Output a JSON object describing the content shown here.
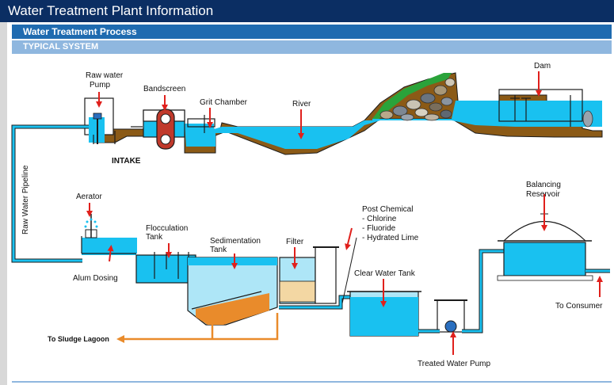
{
  "header": {
    "title": "Water Treatment Plant Information",
    "section": "Water Treatment Process",
    "subsection": "TYPICAL SYSTEM"
  },
  "labels": {
    "raw_water_pump": [
      "Raw water",
      "Pump"
    ],
    "bandscreen": "Bandscreen",
    "grit_chamber": "Grit Chamber",
    "river": "River",
    "dam": "Dam",
    "intake": "INTAKE",
    "raw_water_pipeline": "Raw Water Pipeline",
    "aerator": "Aerator",
    "alum_dosing": "Alum Dosing",
    "flocculation_tank": [
      "Flocculation",
      "Tank"
    ],
    "sedimentation_tank": [
      "Sedimentation",
      "Tank"
    ],
    "filter": "Filter",
    "post_chemical": [
      "Post Chemical",
      "- Chlorine",
      "- Fluoride",
      "- Hydrated Lime"
    ],
    "clear_water_tank": "Clear Water Tank",
    "balancing_reservoir": [
      "Balancing",
      "Reservoir"
    ],
    "to_consumer": "To Consumer",
    "treated_water_pump": "Treated Water Pump",
    "to_sludge_lagoon": "To Sludge Lagoon"
  },
  "colors": {
    "water": "#19c1f0",
    "water_light": "#aee6f7",
    "ground": "#8b5a16",
    "arrow": "#e0201c",
    "sludge": "#e98b2b",
    "outline": "#1b1b1b",
    "header": "#0b2e63",
    "section": "#1f6bb0",
    "subsection": "#8fb7df"
  }
}
